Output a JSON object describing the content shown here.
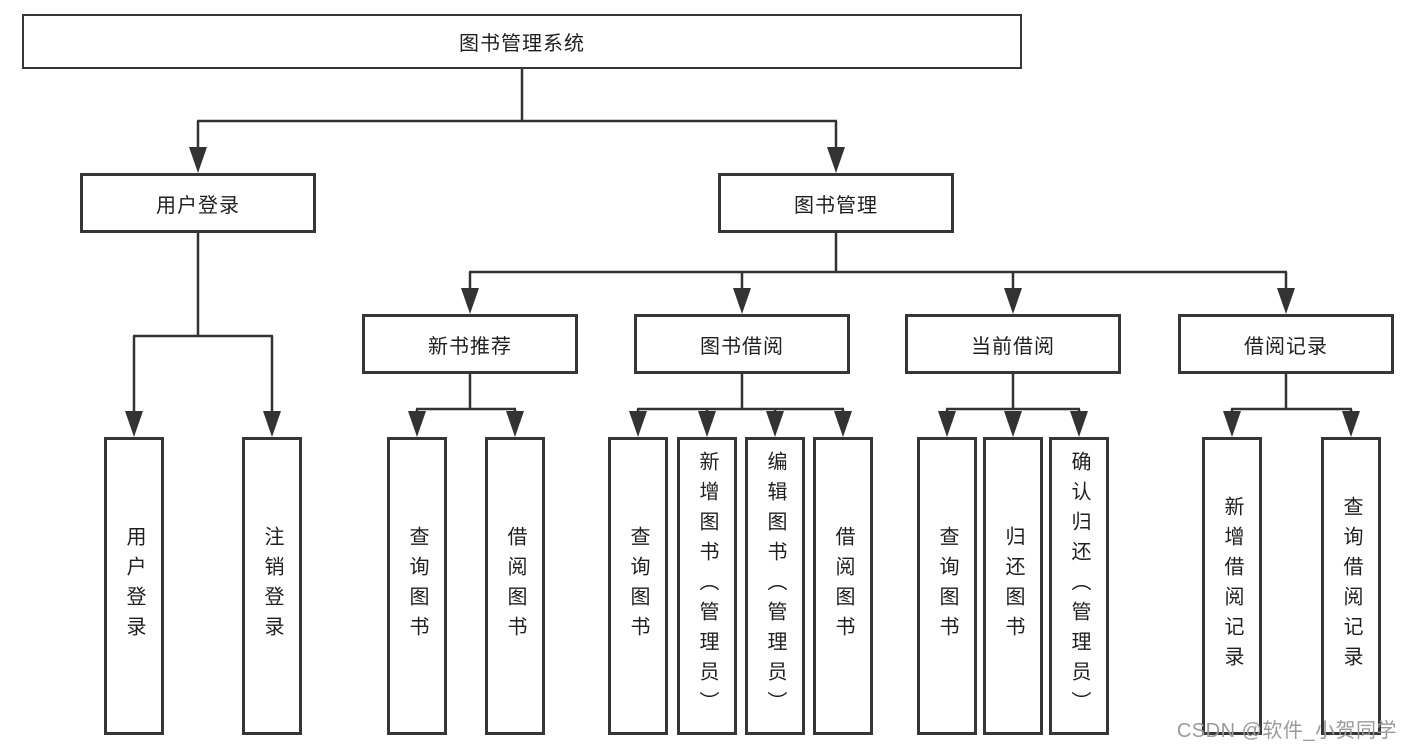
{
  "colors": {
    "background": "#ffffff",
    "line": "#333333",
    "box_border": "#363636",
    "text": "#1f1f1f",
    "watermark": "#9a9a9a"
  },
  "watermark": {
    "text": "CSDN @软件_小贺同学"
  },
  "diagram": {
    "root": {
      "label": "图书管理系统"
    },
    "level2": [
      {
        "label": "用户登录"
      },
      {
        "label": "图书管理"
      }
    ],
    "level3": [
      {
        "label": "新书推荐"
      },
      {
        "label": "图书借阅"
      },
      {
        "label": "当前借阅"
      },
      {
        "label": "借阅记录"
      }
    ],
    "leaves": {
      "user_login": [
        {
          "label": "用户登录"
        },
        {
          "label": "注销登录"
        }
      ],
      "new_book_recommend": [
        {
          "label": "查询图书"
        },
        {
          "label": "借阅图书"
        }
      ],
      "book_borrow": [
        {
          "label": "查询图书"
        },
        {
          "label": "新增图书（管理员）"
        },
        {
          "label": "编辑图书（管理员）"
        },
        {
          "label": "借阅图书"
        }
      ],
      "current_borrow": [
        {
          "label": "查询图书"
        },
        {
          "label": "归还图书"
        },
        {
          "label": "确认归还（管理员）"
        }
      ],
      "borrow_record": [
        {
          "label": "新增借阅记录"
        },
        {
          "label": "查询借阅记录"
        }
      ]
    }
  }
}
